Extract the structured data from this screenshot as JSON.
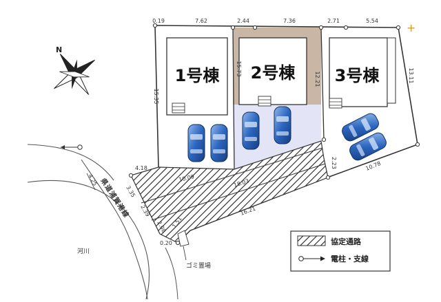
{
  "buildings": [
    {
      "label": "1号棟"
    },
    {
      "label": "2号棟"
    },
    {
      "label": "3号棟"
    }
  ],
  "dimensions": {
    "top": [
      "0.19",
      "7.62",
      "2.44",
      "7.36",
      "2.71",
      "5.54"
    ],
    "building_depths": [
      "15.35",
      "15.73",
      "12.21",
      "13.11"
    ],
    "road_edges": [
      "4.18",
      "10.09",
      "3.35",
      "18.03",
      "2.23",
      "2.39",
      "16.21",
      "2.08",
      "1.51",
      "0.20",
      "10.78"
    ],
    "left_street": "4.25"
  },
  "street_label": "県道浦賀港線",
  "compass": {
    "north": "N"
  },
  "river_label": "河川",
  "garbage_label": "ゴミ置場",
  "legend": {
    "shared_road": "協定通路",
    "pole_wire": "電柱・支線"
  },
  "colors": {
    "lot2_fill": "#c9b6a5",
    "parking_fill": "#e3e5f7",
    "car_blue": "#2f6fc4",
    "line": "#333333"
  }
}
